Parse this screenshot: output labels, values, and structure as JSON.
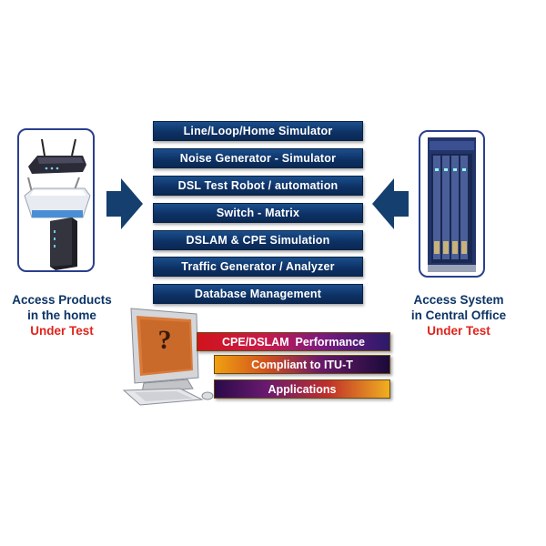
{
  "center_bars": [
    "Line/Loop/Home Simulator",
    "Noise Generator - Simulator",
    "DSL Test Robot / automation",
    "Switch - Matrix",
    "DSLAM & CPE Simulation",
    "Traffic Generator / Analyzer",
    "Database Management"
  ],
  "left_label": {
    "line1": "Access Products",
    "line2": "in the home",
    "line3": "Under Test"
  },
  "right_label": {
    "line1": "Access System",
    "line2": "in Central Office",
    "line3": "Under Test"
  },
  "strips": [
    "CPE/DSLAM  Performance",
    "Compliant to ITU-T",
    "Applications"
  ],
  "computer_screen_glyph": "?",
  "colors": {
    "bar_blue": "#0e3266",
    "label_blue": "#0c3466",
    "under_test_red": "#e0231b",
    "frame_blue": "#2a3f8f"
  }
}
